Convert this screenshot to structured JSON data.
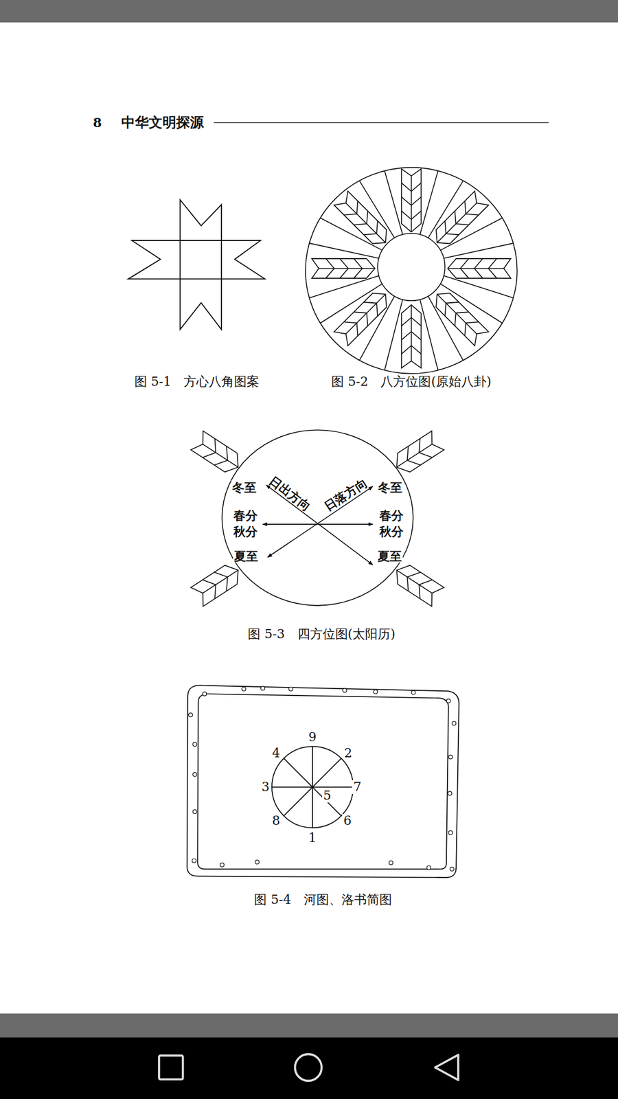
{
  "diagram": {
    "nodes": [
      {
        "text": [
          "冬至",
          "日出方向",
          "日落方向",
          "冬至",
          "春分",
          "秋分",
          "春分",
          "秋分",
          "夏至",
          "夏至"
        ]
      }
    ],
    "labels": [
      "8",
      "中华文明探源",
      "图 5-1　方心八角图案",
      "图 5-2　八方位图(原始八卦)",
      "图 5-3　四方位图(太阳历)",
      "9",
      "4",
      "2",
      "3",
      "5",
      "7",
      "8",
      "6",
      "1",
      "图 5-4　河图、洛书简图"
    ]
  }
}
